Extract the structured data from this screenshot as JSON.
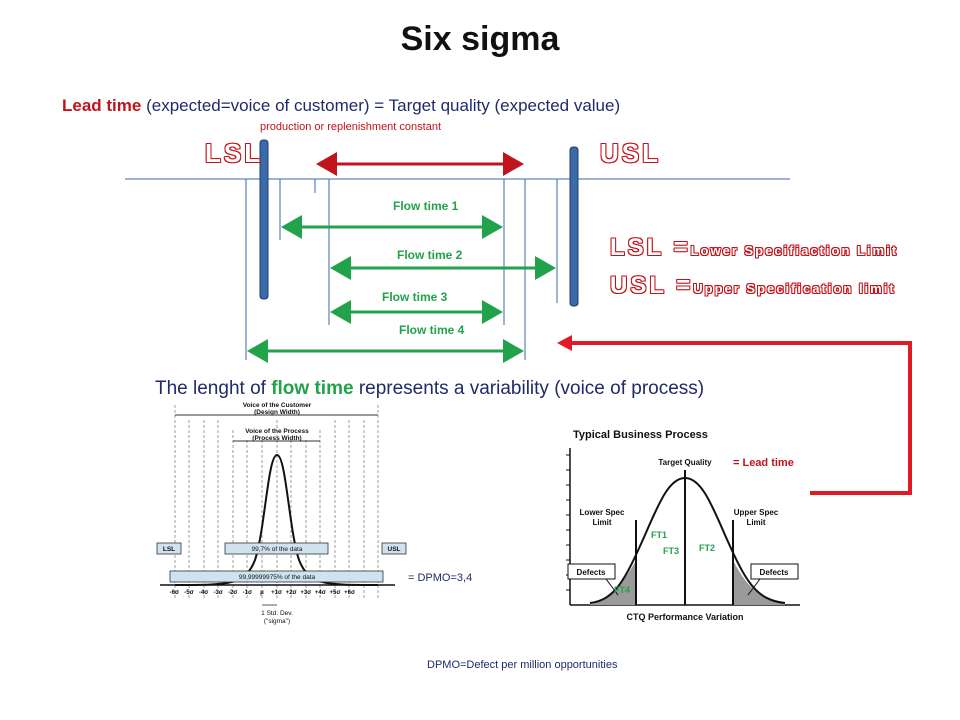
{
  "title": "Six sigma",
  "lead": {
    "label": "Lead time",
    "text": " (expected=voice of customer) = Target quality (expected value)",
    "note": "production or replenishment constant"
  },
  "limits": {
    "lsl": "LSL",
    "usl": "USL",
    "lsl_def_prefix": "LSL =",
    "lsl_def_text": "Lower Specifiaction Limit",
    "usl_def_prefix": "USL =",
    "usl_def_text": "Upper Specification limit"
  },
  "flow_times": [
    "Flow time 1",
    "Flow time 2",
    "Flow time 3",
    "Flow time 4"
  ],
  "variability": {
    "prefix": "The lenght of ",
    "highlight": "flow time",
    "suffix": " represents a variability (voice of process)"
  },
  "left_figure": {
    "customer_label": "Voice of the Customer",
    "customer_sub": "(Design Width)",
    "process_label": "Voice of the Process",
    "process_sub": "(Process Width)",
    "lsl": "LSL",
    "usl": "USL",
    "pct_small": "99,7% of the data",
    "pct_big": "99,99999975% of the data",
    "ticks": [
      "-6σ",
      "-5σ",
      "-4σ",
      "-3σ",
      "-2σ",
      "-1σ",
      "μ",
      "+1σ",
      "+2σ",
      "+3σ",
      "+4σ",
      "+5σ",
      "+6σ"
    ],
    "std_label": "1 Std. Dev.",
    "std_sub": "(\"sigma\")"
  },
  "dpmo": "= DPMO=3,4",
  "dpmo_definition": "DPMO=Defect per million opportunities",
  "right_figure": {
    "title": "Typical Business Process",
    "target": "Target Quality",
    "lower": [
      "Lower Spec",
      "Limit"
    ],
    "upper": [
      "Upper Spec",
      "Limit"
    ],
    "defects": "Defects",
    "xlabel": "CTQ Performance Variation",
    "lead_time_note": "= Lead time",
    "ft_labels": [
      "FT1",
      "FT3",
      "FT2",
      "FT4"
    ]
  },
  "colors": {
    "red": "#c0141c",
    "green": "#22a24a",
    "bar_blue": "#3a6aa8",
    "text_navy": "#1f2a6b"
  }
}
